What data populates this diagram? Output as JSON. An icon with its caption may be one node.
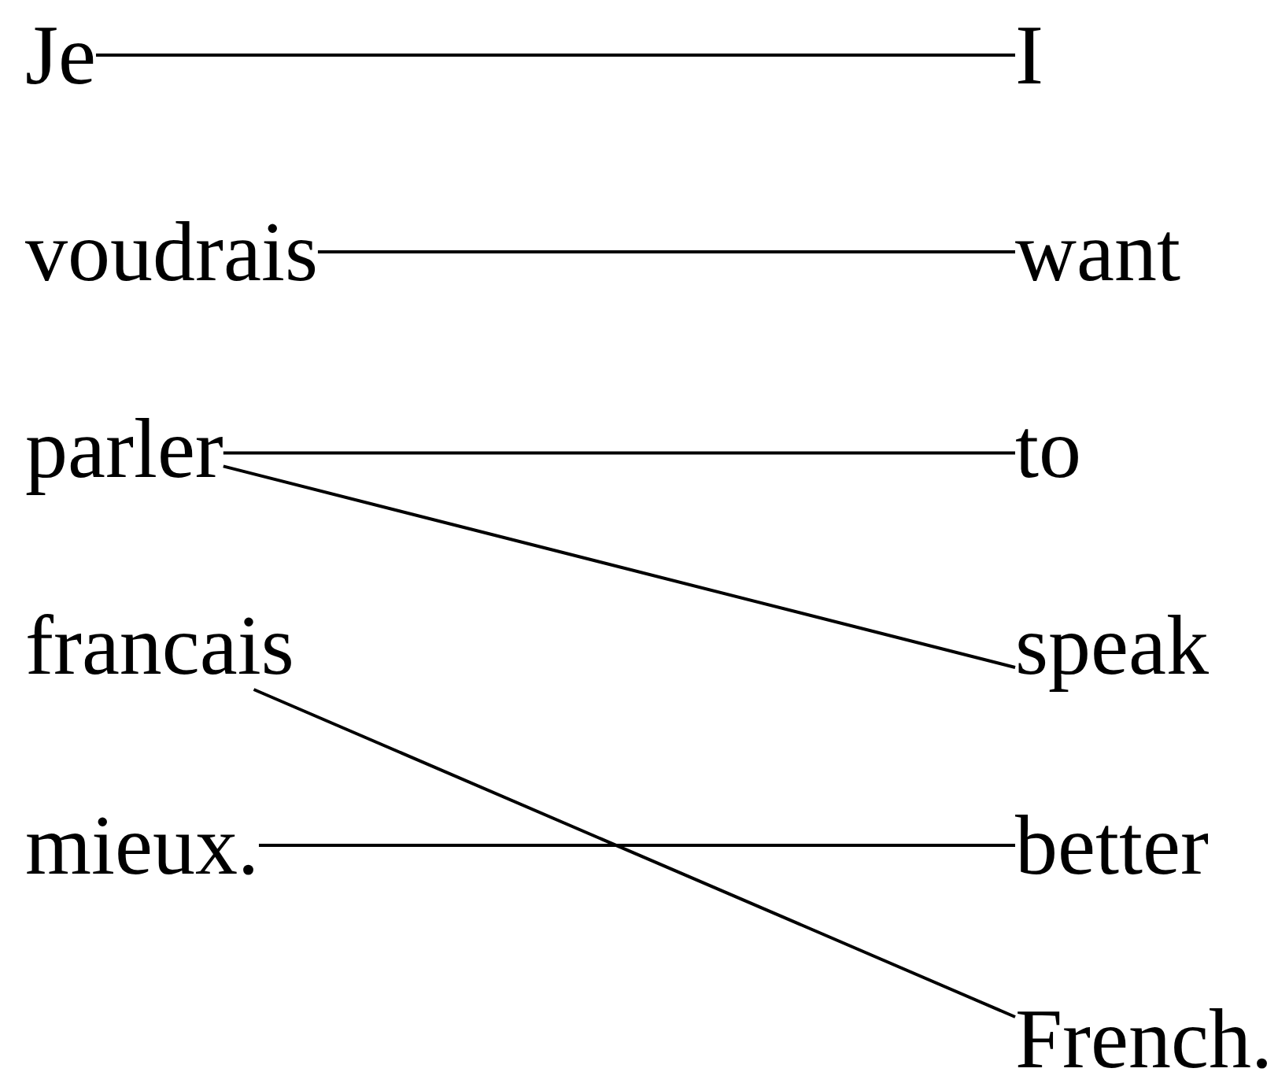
{
  "diagram": {
    "nodes": [
      {
        "text": [
          "Je"
        ]
      },
      {
        "text": [
          "I"
        ]
      },
      {
        "text": [
          "voudrais"
        ]
      },
      {
        "text": [
          "want"
        ]
      },
      {
        "text": [
          "parler"
        ]
      },
      {
        "text": [
          "to"
        ]
      },
      {
        "text": [
          "francais"
        ]
      },
      {
        "text": [
          "speak"
        ]
      },
      {
        "text": [
          "mieux."
        ]
      },
      {
        "text": [
          "better"
        ]
      },
      {
        "text": [
          "French."
        ]
      }
    ],
    "edges": [
      {
        "from": 0,
        "to": 1,
        "arrow": "none"
      },
      {
        "from": 2,
        "to": 3,
        "arrow": "none"
      },
      {
        "from": 4,
        "to": 5,
        "arrow": "none"
      },
      {
        "from": 4,
        "to": 7,
        "arrow": "none"
      },
      {
        "from": 6,
        "to": 10,
        "arrow": "none"
      },
      {
        "from": 8,
        "to": 9,
        "arrow": "none"
      }
    ]
  }
}
